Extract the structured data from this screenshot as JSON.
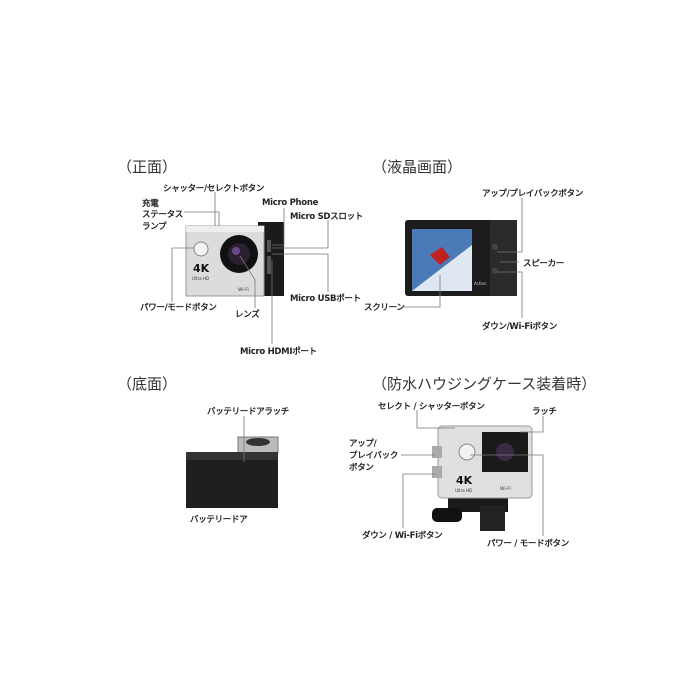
{
  "sections": {
    "front": {
      "title": "（正面）",
      "labels": {
        "shutter": "シャッター/セレクトボタン",
        "charge_1": "充電",
        "charge_2": "ステータス",
        "charge_3": "ランプ",
        "mic": "Micro Phone",
        "sd": "Micro SDスロット",
        "usb": "Micro USBポート",
        "power": "パワー/モードボタン",
        "lens": "レンズ",
        "hdmi": "Micro HDMIポート"
      },
      "camera_text": {
        "model": "4K",
        "sub": "Ultra HD",
        "wifi": "Wi-Fi"
      }
    },
    "lcd": {
      "title": "（液晶画面）",
      "labels": {
        "up": "アップ/プレイバックボタン",
        "speaker": "スピーカー",
        "screen": "スクリーン",
        "down": "ダウン/Wi-Fiボタン"
      }
    },
    "bottom": {
      "title": "（底面）",
      "labels": {
        "latch": "バッテリードアラッチ",
        "door": "バッテリードア"
      }
    },
    "housing": {
      "title": "（防水ハウジングケース装着時）",
      "labels": {
        "select": "セレクト / シャッターボタン",
        "latch": "ラッチ",
        "up_1": "アップ/",
        "up_2": "プレイバック",
        "up_3": "ボタン",
        "down": "ダウン / Wi-Fiボタン",
        "power": "パワー / モードボタン"
      }
    }
  }
}
